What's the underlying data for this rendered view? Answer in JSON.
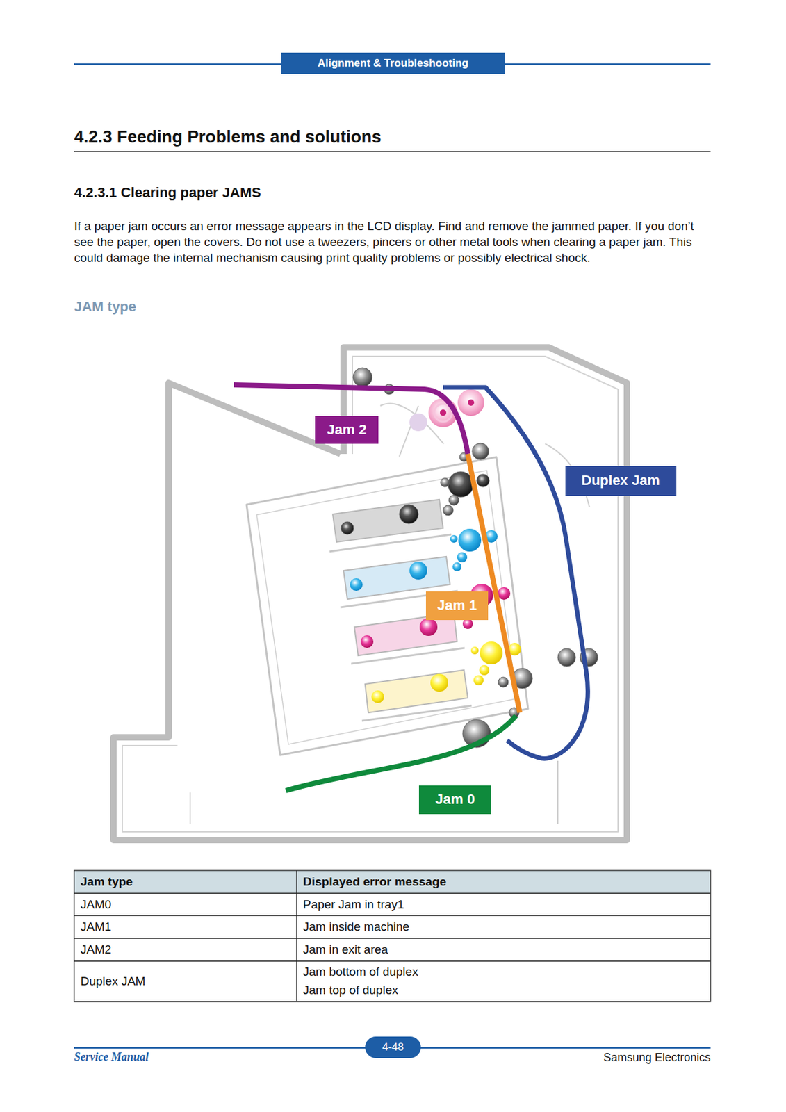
{
  "diagram": {
    "title": "4.2.3 Feeding Problems and solutions",
    "nodes": [
      {
        "text": [
          "Alignment & Troubleshooting"
        ]
      },
      {
        "text": [
          "Jam 2"
        ]
      },
      {
        "text": [
          "Duplex Jam"
        ]
      },
      {
        "text": [
          "Jam 1"
        ]
      },
      {
        "text": [
          "Jam 0"
        ]
      },
      {
        "text": [
          "4-48"
        ]
      }
    ],
    "labels": [
      "4.2.3.1 Clearing paper JAMS",
      "If a paper jam occurs an error message appears in the LCD display. Find and remove the jammed paper. If you don’t see the paper, open the covers. Do not use a tweezers, pincers or other metal tools when clearing a paper jam. This could damage the internal mechanism causing print quality problems or possibly electrical shock.",
      "JAM type",
      "Jam type",
      "Displayed error message",
      "JAM0",
      "Paper Jam in tray1",
      "JAM1",
      "Jam inside machine",
      "JAM2",
      "Jam in exit area",
      "Duplex JAM",
      "Jam bottom of duplex",
      "Jam top of duplex",
      "Service Manual",
      "Samsung Electronics"
    ]
  }
}
